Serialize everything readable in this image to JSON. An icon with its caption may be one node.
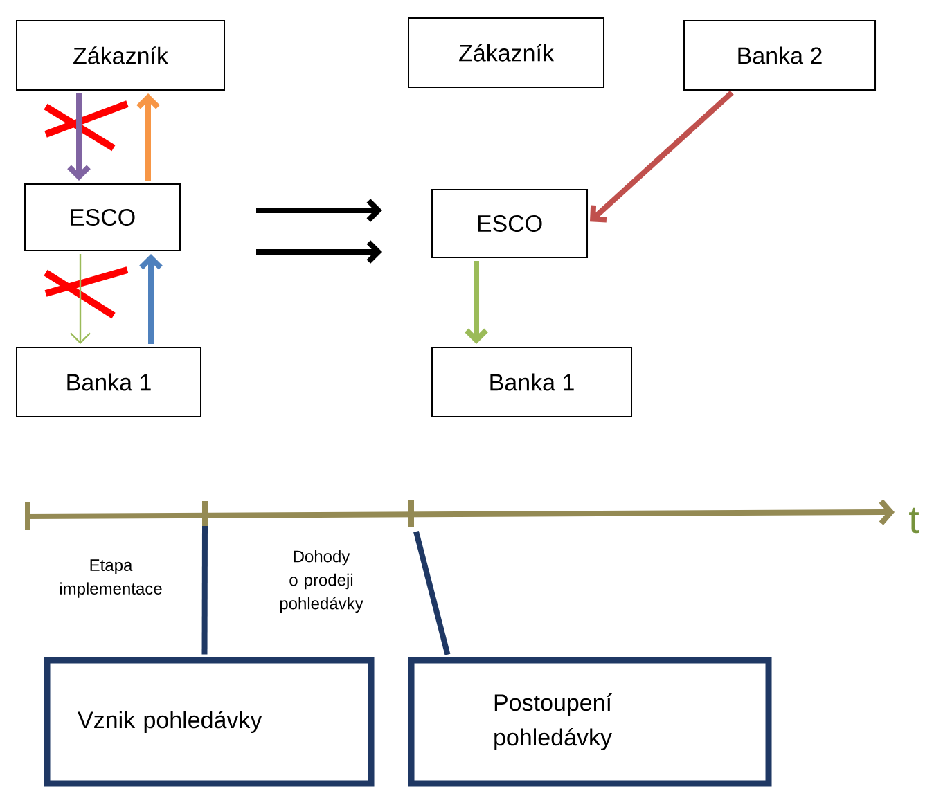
{
  "diagram": {
    "nodes": [
      {
        "text": [
          "Zákazník"
        ]
      },
      {
        "text": [
          "ESCO"
        ]
      },
      {
        "text": [
          "Banka 1"
        ]
      },
      {
        "text": [
          "Zákazník"
        ]
      },
      {
        "text": [
          "Banka 2"
        ]
      },
      {
        "text": [
          "ESCO"
        ]
      },
      {
        "text": [
          "Banka 1"
        ]
      },
      {
        "text": [
          "Vznik pohledávky"
        ]
      },
      {
        "text": [
          "Postoupení pohledávky"
        ]
      }
    ],
    "edges": [
      {
        "from": 0,
        "to": 1,
        "arrow": "to",
        "color": "#8064a2"
      },
      {
        "from": 1,
        "to": 0,
        "arrow": "to",
        "color": "#f79646"
      },
      {
        "from": 1,
        "to": 2,
        "arrow": "to",
        "color": "#9bbb59"
      },
      {
        "from": 2,
        "to": 1,
        "arrow": "to",
        "color": "#4f81bd"
      },
      {
        "from": 4,
        "to": 5,
        "arrow": "to",
        "color": "#c0504d"
      },
      {
        "from": 5,
        "to": 6,
        "arrow": "to",
        "color": "#9bbb59"
      },
      {
        "from": 7,
        "to": null,
        "arrow": "none",
        "color": "#1f3864"
      },
      {
        "from": 8,
        "to": null,
        "arrow": "none",
        "color": "#1f3864"
      }
    ],
    "labels": [
      "Etapa implementace",
      "Dohody o prodeji pohledávky",
      "t"
    ]
  }
}
